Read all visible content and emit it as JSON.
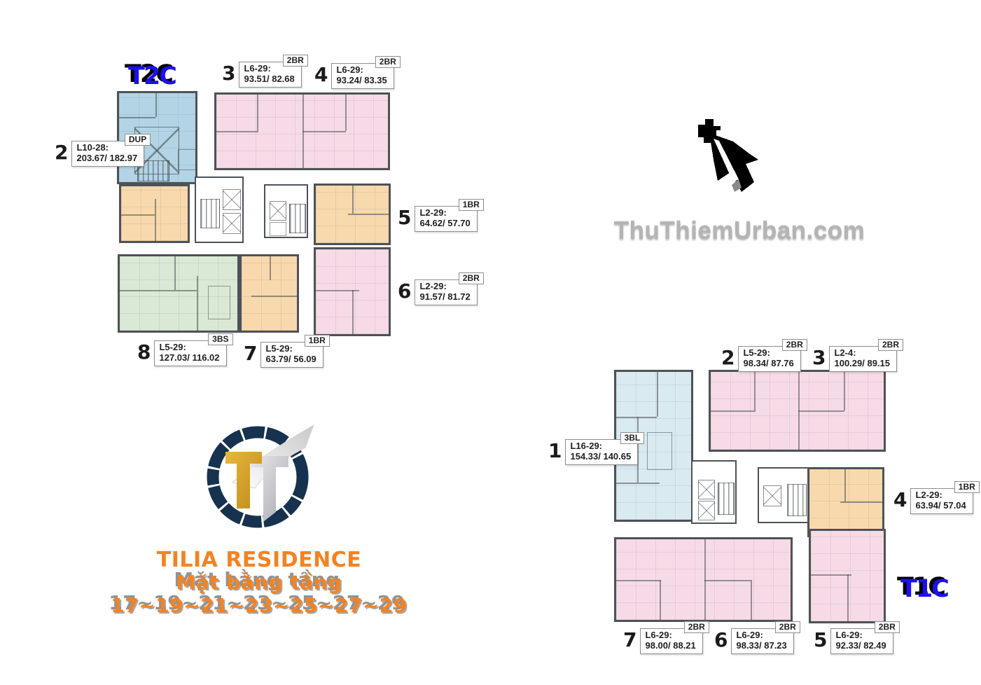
{
  "branding": {
    "tower_left": "T2C",
    "tower_right": "T1C",
    "project_title": "TILIA RESIDENCE",
    "subtitle": "Mặt bằng tầng 17~19~21~23~25~27~29",
    "watermark": "ThuThiemUrban.com",
    "title_color": "#f58220",
    "tower_logo_color": "#1b10f0"
  },
  "colors": {
    "unit_pink": "#f6dbe7",
    "unit_orange": "#f7d9ad",
    "unit_green": "#d9e9d5",
    "unit_blue": "#b3d4e4",
    "unit_light_blue": "#d9eaf0",
    "wall": "#4e5257",
    "navy_ring": "#16324f",
    "gold": "#d9a430",
    "silver": "#c2c2c7"
  },
  "plans": {
    "t2c": {
      "name": "T2C",
      "units": [
        {
          "number": "2",
          "floors": "L10-28:",
          "type": "DUP",
          "area": "203.67/ 182.97"
        },
        {
          "number": "3",
          "floors": "L6-29:",
          "type": "2BR",
          "area": "93.51/ 82.68"
        },
        {
          "number": "4",
          "floors": "L6-29:",
          "type": "2BR",
          "area": "93.24/ 83.35"
        },
        {
          "number": "5",
          "floors": "L2-29:",
          "type": "1BR",
          "area": "64.62/ 57.70"
        },
        {
          "number": "6",
          "floors": "L2-29:",
          "type": "2BR",
          "area": "91.57/ 81.72"
        },
        {
          "number": "7",
          "floors": "L5-29:",
          "type": "1BR",
          "area": "63.79/ 56.09"
        },
        {
          "number": "8",
          "floors": "L5-29:",
          "type": "3BS",
          "area": "127.03/ 116.02"
        }
      ]
    },
    "t1c": {
      "name": "T1C",
      "units": [
        {
          "number": "1",
          "floors": "L16-29:",
          "type": "3BL",
          "area": "154.33/ 140.65"
        },
        {
          "number": "2",
          "floors": "L5-29:",
          "type": "2BR",
          "area": "98.34/ 87.76"
        },
        {
          "number": "3",
          "floors": "L2-4:",
          "type": "2BR",
          "area": "100.29/ 89.15"
        },
        {
          "number": "4",
          "floors": "L2-29:",
          "type": "1BR",
          "area": "63.94/ 57.04"
        },
        {
          "number": "5",
          "floors": "L6-29:",
          "type": "2BR",
          "area": "92.33/ 82.49"
        },
        {
          "number": "6",
          "floors": "L6-29:",
          "type": "2BR",
          "area": "98.33/ 87.23"
        },
        {
          "number": "7",
          "floors": "L6-29:",
          "type": "2BR",
          "area": "98.00/ 88.21"
        }
      ]
    }
  }
}
